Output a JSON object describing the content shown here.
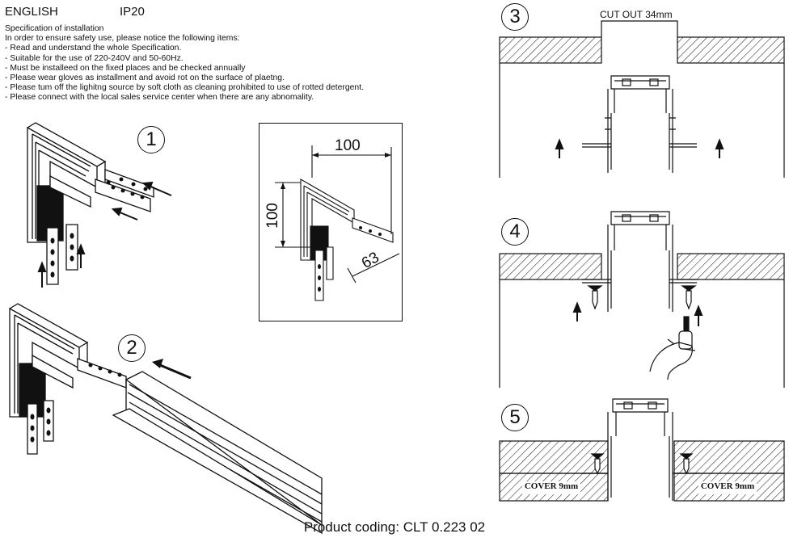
{
  "header": {
    "language": "ENGLISH",
    "rating": "IP20"
  },
  "spec": {
    "title": "Specification of installation",
    "intro": "In order to ensure safety use, please notice the following items:",
    "items": [
      "- Read and understand the whole Specification.",
      "- Suitable for the use of 220-240V and 50-60Hz.",
      "- Must be installeed on the fixed places and be checked annually",
      "- Please wear gloves as installment and avoid rot on the surface of plaetng.",
      "- Please tum off the lighitng source by soft cloth as cleaning prohibited to use of rotted detergent.",
      "- Please connect with the local sales service center when there are any abnomality."
    ]
  },
  "steps": {
    "s1": "1",
    "s2": "2",
    "s3": "3",
    "s4": "4",
    "s5": "5"
  },
  "dimensions": {
    "width": "100",
    "height": "100",
    "depth": "63"
  },
  "cutout_label": "CUT OUT 34mm",
  "cover_label": "COVER 9mm",
  "footer": "Product coding: CLT 0.223 02"
}
